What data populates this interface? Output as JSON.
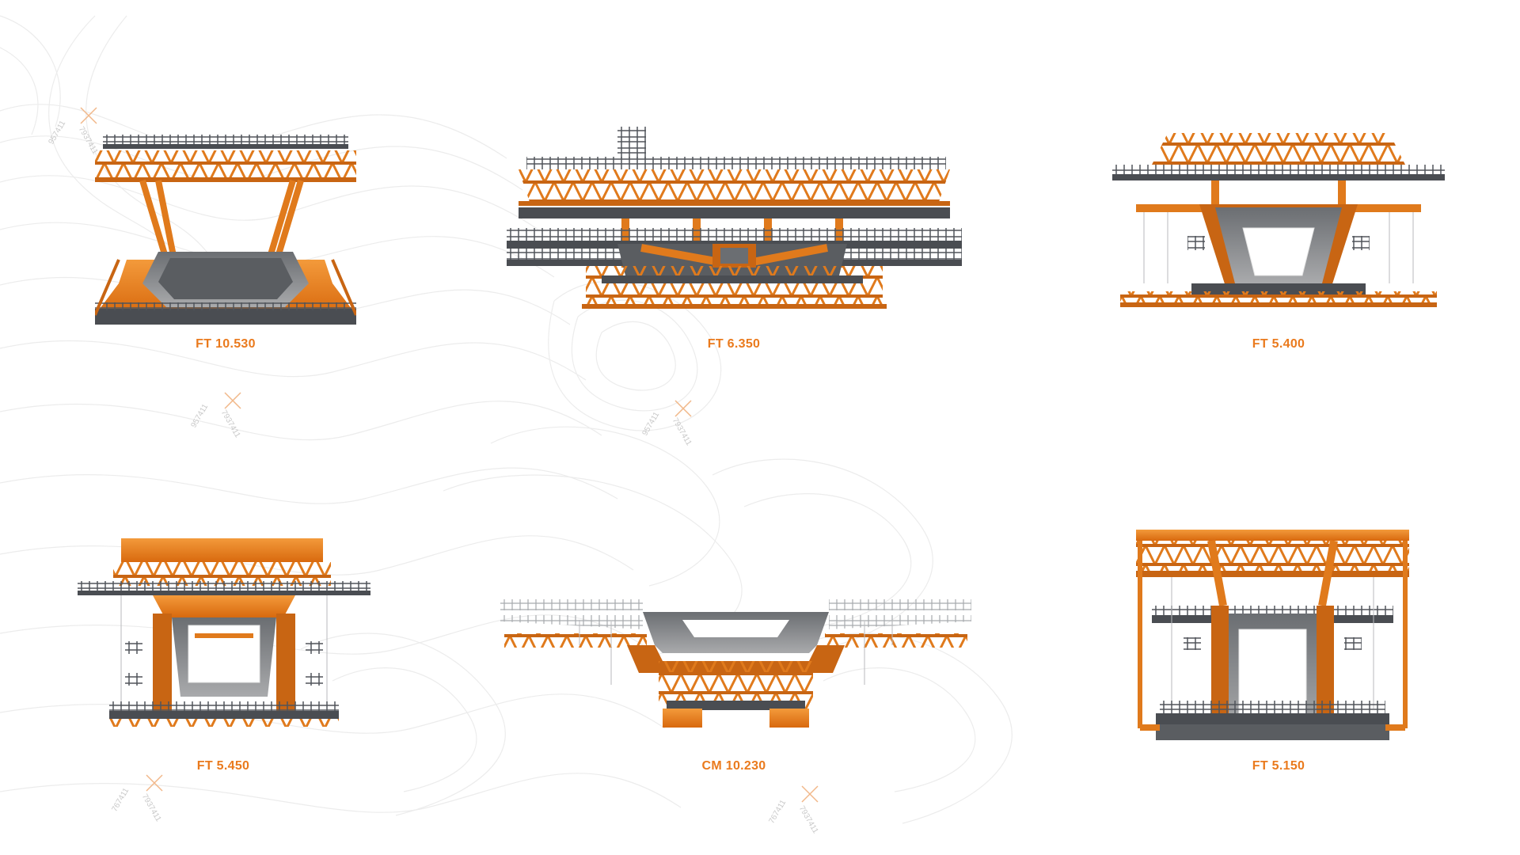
{
  "products": [
    {
      "id": "ft-10-530",
      "label": "FT 10.530"
    },
    {
      "id": "ft-6-350",
      "label": "FT 6.350"
    },
    {
      "id": "ft-5-400",
      "label": "FT 5.400"
    },
    {
      "id": "ft-5-450",
      "label": "FT 5.450"
    },
    {
      "id": "cm-10-230",
      "label": "CM 10.230"
    },
    {
      "id": "ft-5-150",
      "label": "FT 5.150"
    }
  ],
  "watermarks": [
    {
      "a": "957411",
      "b": "7937411"
    },
    {
      "a": "957411",
      "b": "7937411"
    },
    {
      "a": "957411",
      "b": "7937411"
    },
    {
      "a": "767411",
      "b": "7937411"
    },
    {
      "a": "767411",
      "b": "7937411"
    }
  ],
  "colors": {
    "accent": "#ea7a1d",
    "orange_dark": "#c85f0f",
    "steel": "#4a4d52",
    "concrete": "#9a9a9a",
    "contour": "#e9e9e9"
  }
}
